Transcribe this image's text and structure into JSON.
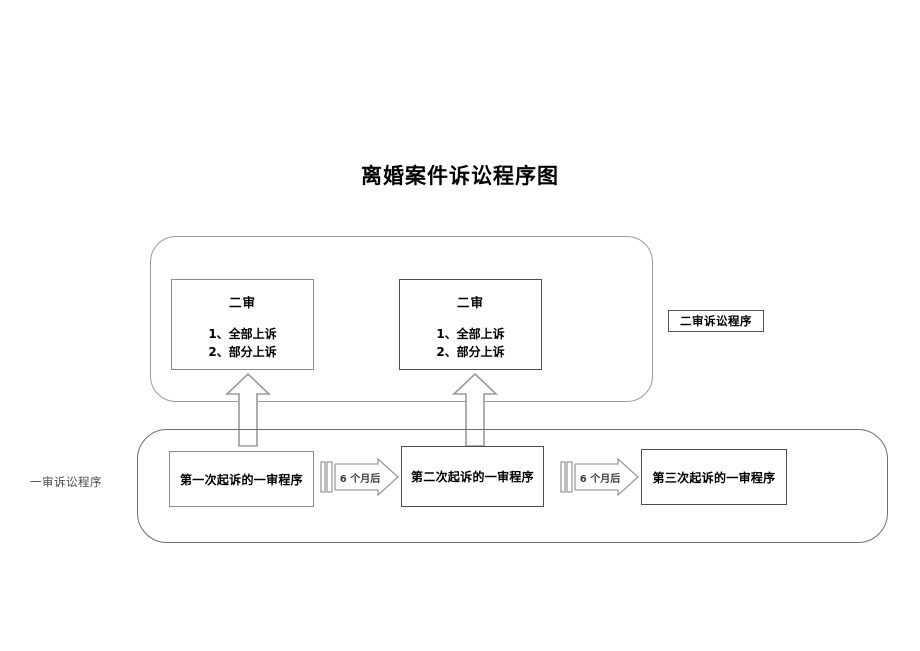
{
  "title": "离婚案件诉讼程序图",
  "appeal_section": {
    "caption": "二审诉讼程序",
    "boxes": [
      {
        "heading": "二审",
        "items": [
          "1、全部上诉",
          "2、部分上诉"
        ]
      },
      {
        "heading": "二审",
        "items": [
          "1、全部上诉",
          "2、部分上诉"
        ]
      }
    ]
  },
  "first_instance_section": {
    "caption": "一审诉讼程序",
    "boxes": [
      {
        "label": "第一次起诉的一审程序"
      },
      {
        "label": "第二次起诉的一审程序"
      },
      {
        "label": "第三次起诉的一审程序"
      }
    ],
    "connectors": [
      {
        "label": "6 个月后"
      },
      {
        "label": "6 个月后"
      }
    ]
  },
  "colors": {
    "line": "#8a8a8a",
    "line_strong": "#4d4d4d",
    "group_border": "#9a9a9a",
    "text": "#000000",
    "muted_text": "#4a4a4a",
    "background": "#ffffff"
  }
}
